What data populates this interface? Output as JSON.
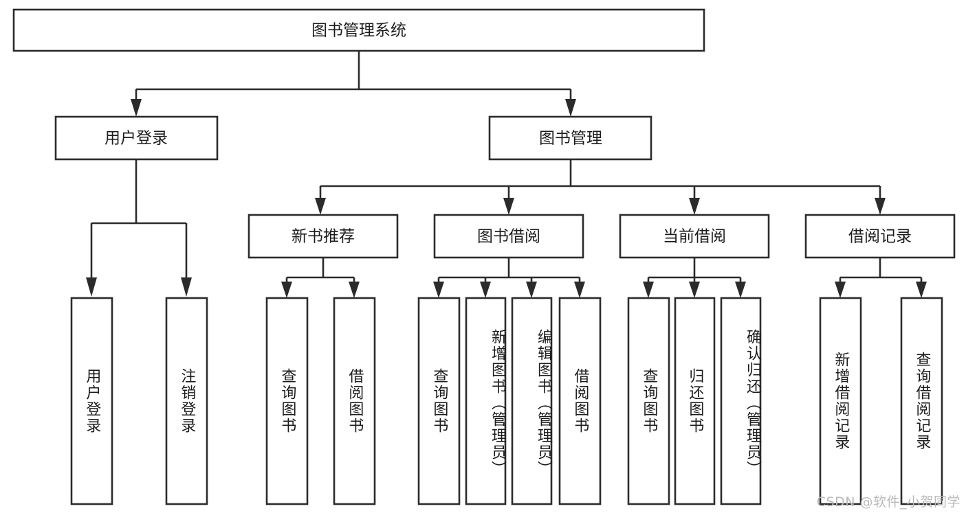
{
  "diagram": {
    "type": "tree-hierarchy",
    "title": "图书管理系统",
    "watermark": "CSDN @软件_小贺同学",
    "colors": {
      "box_stroke": "#2b2b2b",
      "box_fill": "#ffffff",
      "text": "#1c1c1c",
      "connector": "#2b2b2b",
      "watermark": "#b9b9b9",
      "background": "#ffffff"
    },
    "levels": {
      "root": {
        "label": "图书管理系统"
      },
      "level2": [
        {
          "label": "用户登录"
        },
        {
          "label": "图书管理"
        }
      ],
      "level3": [
        {
          "label": "新书推荐"
        },
        {
          "label": "图书借阅"
        },
        {
          "label": "当前借阅"
        },
        {
          "label": "借阅记录"
        }
      ],
      "leaves": {
        "user_login": [
          {
            "label": "用户登录"
          },
          {
            "label": "注销登录"
          }
        ],
        "new_book_recommend": [
          {
            "label": "查询图书"
          },
          {
            "label": "借阅图书"
          }
        ],
        "book_borrow": [
          {
            "label": "查询图书"
          },
          {
            "label": "新增图书（管理员）"
          },
          {
            "label": "编辑图书（管理员）"
          },
          {
            "label": "借阅图书"
          }
        ],
        "current_borrow": [
          {
            "label": "查询图书"
          },
          {
            "label": "归还图书"
          },
          {
            "label": "确认归还（管理员）"
          }
        ],
        "borrow_record": [
          {
            "label": "新增借阅记录"
          },
          {
            "label": "查询借阅记录"
          }
        ]
      }
    }
  }
}
